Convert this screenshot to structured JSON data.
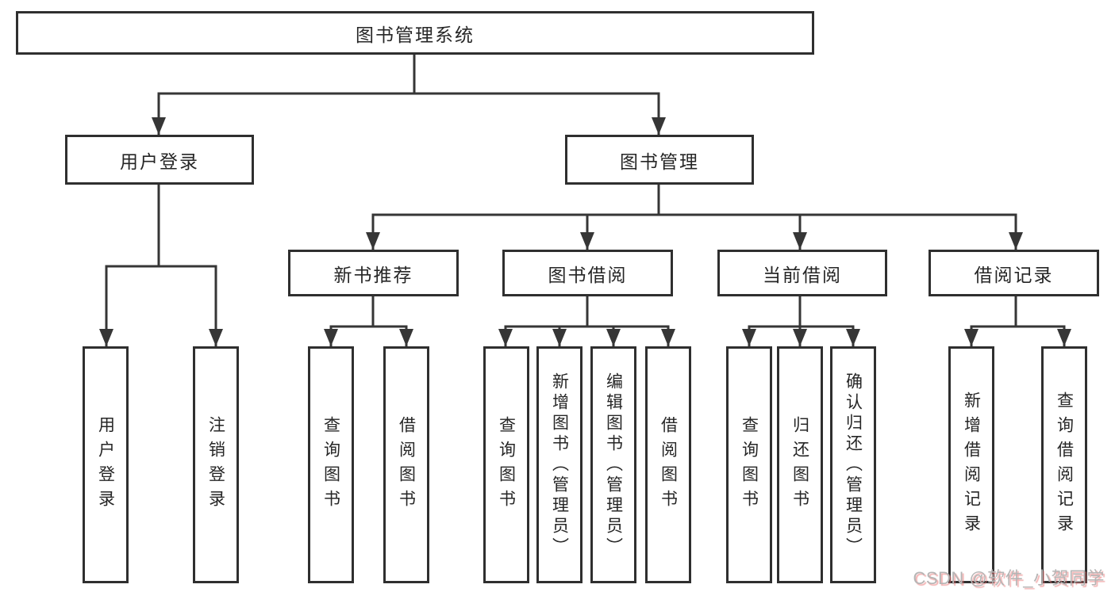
{
  "diagram": {
    "root": {
      "label": "图书管理系统"
    },
    "level2": [
      {
        "label": "用户登录",
        "leaves": [
          "用户登录",
          "注销登录"
        ]
      },
      {
        "label": "图书管理"
      }
    ],
    "level3": [
      {
        "label": "新书推荐",
        "leaves": [
          "查询图书",
          "借阅图书"
        ]
      },
      {
        "label": "图书借阅",
        "leaves": [
          "查询图书",
          "新增图书（管理员）",
          "编辑图书（管理员）",
          "借阅图书"
        ]
      },
      {
        "label": "当前借阅",
        "leaves": [
          "查询图书",
          "归还图书",
          "确认归还（管理员）"
        ]
      },
      {
        "label": "借阅记录",
        "leaves": [
          "新增借阅记录",
          "查询借阅记录"
        ]
      }
    ]
  },
  "watermark": {
    "text": "CSDN @软件_小贺同学"
  },
  "colors": {
    "line": "#363636",
    "box_border": "#2f2f2f",
    "text": "#262626",
    "background": "#ffffff",
    "watermark_gray": "#b5b5b5",
    "watermark_red": "#e76d6d"
  }
}
